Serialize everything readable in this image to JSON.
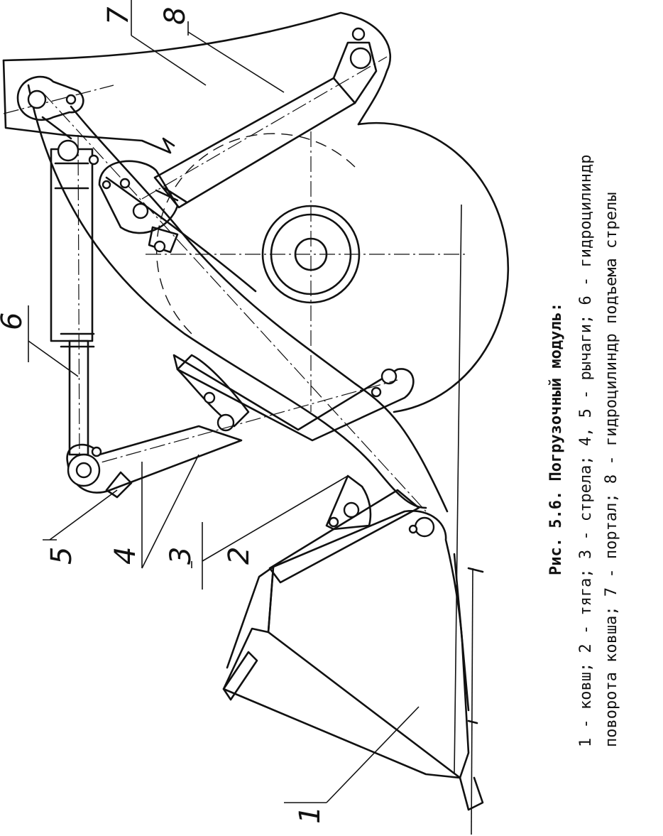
{
  "figure": {
    "callouts": [
      "1",
      "2",
      "3",
      "4",
      "5",
      "6",
      "7",
      "8"
    ],
    "caption": {
      "line1_bold": "Рис. 5.6. Погрузочный модуль:",
      "line2": "1 - ковш; 2 - тяга; 3 - стрела; 4, 5 - рычаги; 6 - гидроцилиндр",
      "line3": "поворота ковша; 7 - портал; 8 - гидроцилиндр подъема стрелы"
    }
  }
}
